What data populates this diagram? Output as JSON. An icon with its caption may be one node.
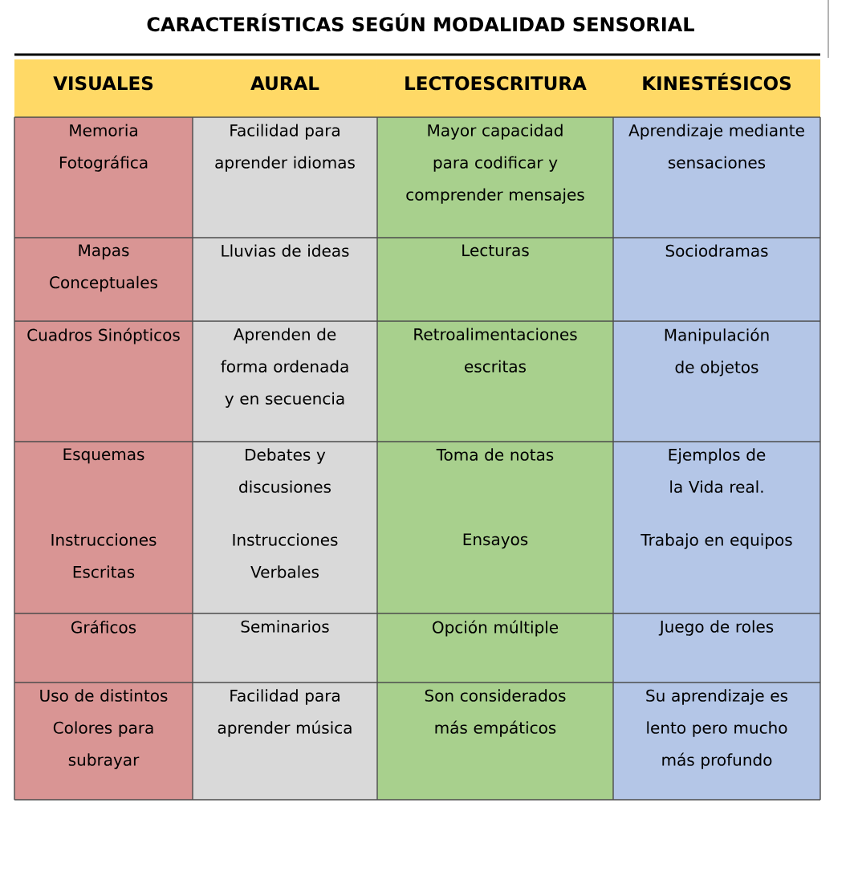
{
  "diagram": {
    "title": "CARACTERÍSTICAS SEGÚN MODALIDAD SENSORIAL",
    "labels": [
      "VISUALES",
      "AURAL",
      "LECTOESCRITURA",
      "KINESTÉSICOS",
      "Memoria Fotográfica",
      "Facilidad para aprender idiomas",
      "Mayor capacidad para codificar y comprender mensajes",
      "Aprendizaje mediante sensaciones",
      "Mapas Conceptuales",
      "Lluvias de ideas",
      "Lecturas",
      "Sociodramas",
      "Cuadros Sinópticos",
      "Aprenden de forma ordenada y en secuencia",
      "Retroalimentaciones escritas",
      "Manipulación de objetos",
      "Esquemas",
      "Debates y discusiones",
      "Toma de notas",
      "Ejemplos de la Vida real.",
      "Instrucciones Escritas",
      "Instrucciones Verbales",
      "Ensayos",
      "Trabajo en equipos",
      "Gráficos",
      "Seminarios",
      "Opción múltiple",
      "Juego de roles",
      "Uso de distintos Colores para subrayar",
      "Facilidad para aprender música",
      "Son considerados más empáticos",
      "Su aprendizaje es lento pero mucho más profundo"
    ]
  }
}
